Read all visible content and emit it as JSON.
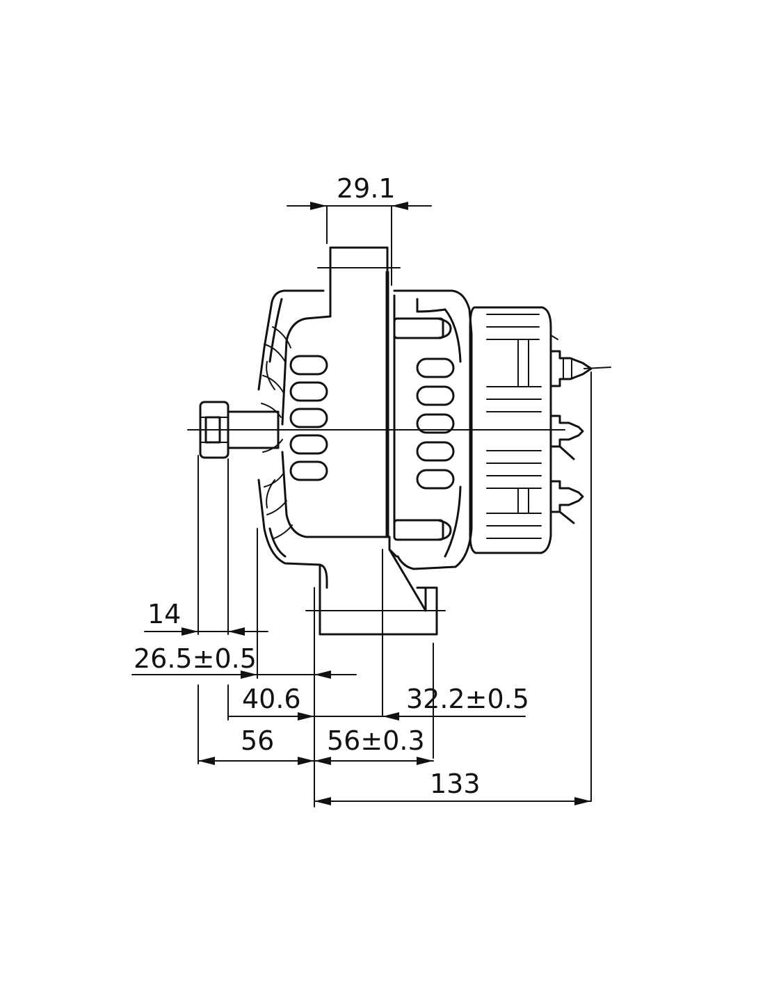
{
  "dimensions": {
    "d29_1": "29.1",
    "d14": "14",
    "d26_5": "26.5±0.5",
    "d40_6": "40.6",
    "d32_2": "32.2±0.5",
    "d56": "56",
    "d56_03": "56±0.3",
    "d133": "133"
  }
}
